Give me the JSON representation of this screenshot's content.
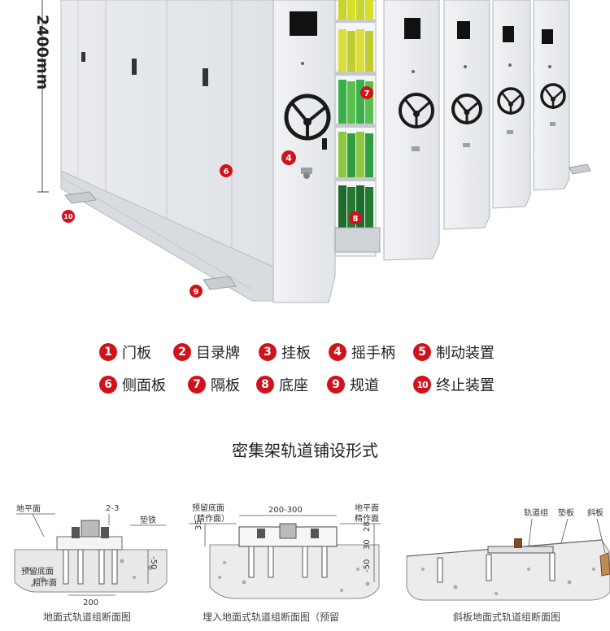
{
  "height_label": "2400mm",
  "callouts": [
    {
      "n": "4"
    },
    {
      "n": "6"
    },
    {
      "n": "7"
    },
    {
      "n": "8"
    },
    {
      "n": "9"
    },
    {
      "n": "10"
    }
  ],
  "legend": [
    {
      "n": "1",
      "label": "门板"
    },
    {
      "n": "2",
      "label": "目录牌"
    },
    {
      "n": "3",
      "label": "挂板"
    },
    {
      "n": "4",
      "label": "摇手柄"
    },
    {
      "n": "5",
      "label": "制动装置"
    },
    {
      "n": "6",
      "label": "侧面板"
    },
    {
      "n": "7",
      "label": "隔板"
    },
    {
      "n": "8",
      "label": "底座"
    },
    {
      "n": "9",
      "label": "规道"
    },
    {
      "n": "10",
      "label": "终止装置"
    }
  ],
  "section_title": "密集架轨道铺设形式",
  "diagrams": {
    "d1": {
      "ground": "地平面",
      "dim": "2-3",
      "shim": "垫铁",
      "reserved": "预留底面",
      "rough": "粗作面",
      "width": "200",
      "depth": "-50",
      "caption": "地面式轨道组断面图"
    },
    "d2": {
      "reserved1": "预留底面",
      "reserved2": "（精作面）",
      "width": "200-300",
      "ground": "地平面",
      "fine": "精作面",
      "h1": "35",
      "h2": "28",
      "h3": "30",
      "depth": "-50",
      "caption": "埋入地面式轨道组断面图（预留"
    },
    "d3": {
      "rail": "轨道组",
      "pad": "垫板",
      "slope": "斜板",
      "caption": "斜板地面式轨道组断面图"
    }
  }
}
